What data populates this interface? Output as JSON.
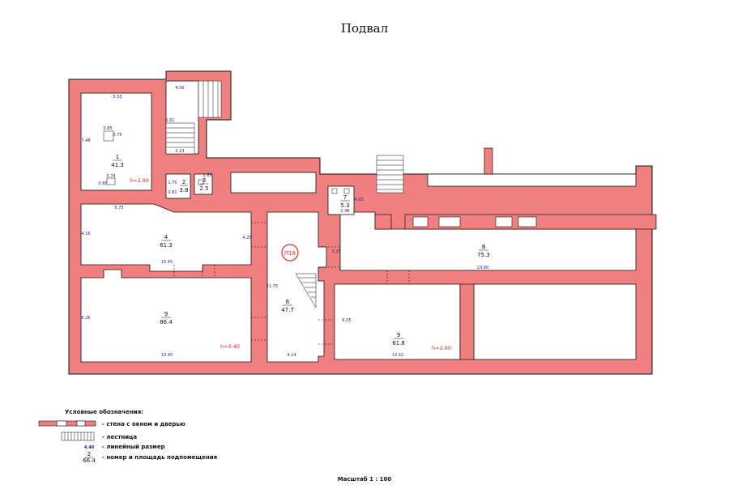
{
  "title": "Подвал",
  "scale": "Масштаб  1 : 100",
  "colors": {
    "wall": "#f08080",
    "line": "#111111",
    "dimension": "#1a1aa8",
    "height": "#e0301e",
    "stamp": "#e0301e"
  },
  "stamp": "П18",
  "rooms": [
    {
      "num": "1",
      "area": "41.3"
    },
    {
      "num": "2",
      "area": "3.8"
    },
    {
      "num": "3",
      "area": "2.5"
    },
    {
      "num": "4",
      "area": "61.3"
    },
    {
      "num": "9",
      "area": "86.4"
    },
    {
      "num": "6",
      "area": "47.7"
    },
    {
      "num": "7",
      "area": "5.3"
    },
    {
      "num": "8",
      "area": "75.3"
    },
    {
      "num": "9",
      "area": "61.8"
    }
  ],
  "heights": [
    "h=2.90",
    "h=3.40",
    "h=2.80"
  ],
  "dimensions": [
    "5.53",
    "4.95",
    "5.61",
    "7.48",
    "0.85",
    "0.75",
    "2.13",
    "5.74",
    "0.85",
    "0.81",
    "1.70",
    "1.65",
    "5.73",
    "4.16",
    "4.25",
    "13.45",
    "3.25",
    "2.46",
    "4.00",
    "11.75",
    "6.26",
    "13.45",
    "4.14",
    "6.05",
    "13.32",
    "23.90"
  ],
  "legend": {
    "heading": "Условные обозначения:",
    "items": [
      {
        "text": "- стена с окном и дверью"
      },
      {
        "text": "- лестница"
      },
      {
        "text": "- линейный размер",
        "sample": "4.40"
      },
      {
        "text": "- номер и площадь подпомещения",
        "sample_num": "2",
        "sample_area": "66.4"
      }
    ]
  }
}
